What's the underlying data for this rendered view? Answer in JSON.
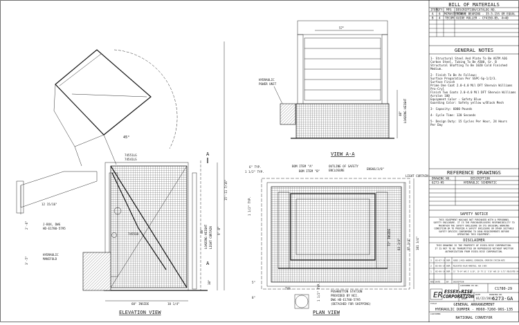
{
  "bom": {
    "title": "BILL OF MATERIALS",
    "headers": [
      "ITEM",
      "QTY",
      "MFG",
      "DESCRIPTION/CATALOG NO."
    ],
    "rows": [
      [
        "A",
        "6",
        "MCMASTERCARR",
        "TYPE E BEARING - 35-5-15S OR EQUAL"
      ],
      [
        "B",
        "4",
        "TECOM",
        "GUIDE ROLLER - CF4350-B5, 4=40"
      ]
    ]
  },
  "general_notes": {
    "title": "GENERAL NOTES",
    "notes": [
      "1- Structural Steel And Plate To Be ASTM A36",
      "Carbon Steel, Tubing To Be A500, Gr. B",
      "Structural Shafting To Be 1020 Cold Finished",
      "Medium.",
      "2- Finish To Be As Follows:",
      "Surface Preparation Per SSPC-Sp-1/2/3.",
      "Surface Finish",
      "Prime One Coat 2.0-4.0 Mil DFT Sherwin Williams",
      "Pro-Cryl",
      "Finish Two Coats 2.0-4.0 Mil DFT Sherwin Williams",
      "Acrolon 100",
      "Equipment Color - Safety Blue",
      "Guarding Color: Safety yellow w/Black Mesh",
      "3- Capacity: 6000 Pounds",
      "4- Cycle Time: 120 Seconds",
      "5- Design Duty: 15 Cycles Per Hour, 24 Hours",
      "Per Day"
    ]
  },
  "reference_drawings": {
    "title": "REFERENCE DRAWINGS",
    "headers": [
      "DRAWING NO.",
      "DESCRIPTION"
    ],
    "rows": [
      [
        "6273-HS",
        "HYDRAULIC SCHEMATIC"
      ]
    ]
  },
  "safety_notice": {
    "title": "SAFETY NOTICE",
    "lines": [
      "THIS EQUIPMENT WAS/WAS NOT PURCHASED WITH A PERSONNEL",
      "SAFETY ENCLOSURE. IT IS THE PURCHASER/USERS RESPONSIBILITY TO",
      "MAINTAIN THE SAFETY ENCLOSURE IN ITS ORIGINAL WORKING",
      "CONDITION OR TO PROVIDE A SAFETY ENCLOSURE OR OTHER SUITABLE",
      "SAFETY DEVICES CONFORMING TO OSHA REQUIREMENTS BEFORE",
      "OPERATING THIS EQUIPMENT."
    ]
  },
  "disclaimer": {
    "title": "DISCLAIMER",
    "lines": [
      "THIS DRAWING IS THE PROPERTY OF ESSEX-RISE CORPORATION.",
      "IT IS NOT TO BE TRANSMITTED OR REPRODUCED WITHOUT WRITTEN",
      "AUTHORIZATION FROM ESSEX-RISE CORPORATION."
    ]
  },
  "revisions": [
    [
      "3",
      "03-07-14",
      "DER",
      "ADDED 1/4DIA HANDRAIL DIMENSION, OPERATOR STATION NOTE"
    ],
    [
      "2",
      "02-06-14",
      "DER",
      "RELOCATED VALVE MANIFOLD, ADD 3-BOX"
    ],
    [
      "1",
      "02-06-14",
      "DER",
      "15' TO 64\" WAS 5' 8.50\", 10' TO 11' 7/16\" WAS 10' 8.75\" RELOCATED VALVE MANIFOLD ADD 3-BOX"
    ],
    [
      "REV",
      "DATE",
      "BY",
      "DESCRIPTION"
    ]
  ],
  "title_block": {
    "logo_letters": "ER",
    "company_line1": "ESSEX-RISE",
    "company_line2": "CORPORATION",
    "customer_po_label": "CUSTOMER PO NO.",
    "customer_po": "C1780-29",
    "drawn_by_label": "DRAWN BY",
    "drawn_by": "DER",
    "date_label": "DATE",
    "date": "01/22/2014",
    "drawing_no_label": "DRAWING NO.",
    "drawing_no": "6273-GA",
    "title_label": "TITLE",
    "title_line1": "GENERAL ARRANGEMENT",
    "title_line2": "HYDRAULIC DUMPER - HD60-7260-96S-135",
    "customer_label": "CUSTOMER",
    "customer": "NATIONAL CONVEYOR"
  },
  "views": {
    "elevation": "ELEVATION VIEW",
    "plan": "PLAN VIEW",
    "view_aa": "VIEW A-A"
  },
  "elevation_labels": {
    "part1": "74551LG",
    "part2": "74541LS",
    "part3": "74551D",
    "angle": "45°",
    "dim_12": "12 15/16\"",
    "dim_2_6": "2'-6\"",
    "dim_3_5": "3'-5\"",
    "jbox": "J-BOX, DWG",
    "jbox2": "HD-E1780-5795",
    "hydraulic": "HYDRAULIC",
    "manifold": "MANIFOLD",
    "dim_60": "60\" INSIDE",
    "dim_10": "10 1/4\"",
    "loading": "40\"",
    "loading2": "LOADING HEIGHT",
    "light_curtain": "LIGHT CURTAIN",
    "dim_9_0": "9'-0\"",
    "dim_15_11": "15'-11 7/16\"",
    "dim_38": "38\"",
    "dim_a": "A"
  },
  "view_aa_labels": {
    "dim_57": "57\"",
    "power_unit": "HYDRAULIC",
    "power_unit2": "POWER UNIT",
    "loading": "40\"",
    "loading2": "LOADING HEIGHT"
  },
  "plan_labels": {
    "dim_6": "6\" TYP.",
    "dim_1_5": "1 1/2\" TYP.",
    "bom_a": "BOM ITEM \"A\"",
    "bom_b": "BOM ITEM \"B\"",
    "outline": "OUTLINE OF SAFETY",
    "outline2": "ENCLOSURE",
    "part": "ENSK6/3/8\"",
    "light_curtain": "LIGHT CURTAIN",
    "dim_1_5b": "1 1/2\" TYP.",
    "dim_72": "72\" INSIDE",
    "dim_83": "83 3/4\"",
    "dim_95": "95 3/4\"",
    "dim_101": "101 3/4\"",
    "dim_5": "5\"",
    "dim_8": "8\"",
    "dim_1_12": "1 1/2\" TYP.",
    "pushbutton1": "PUSHBUTTON STATION",
    "pushbutton2": "PROVIDED BY NCI.",
    "pushbutton3": "DWG HD-E1780-5795",
    "pushbutton4": "(DETACHED FOR SHIPPING)",
    "typ": "TYP."
  }
}
